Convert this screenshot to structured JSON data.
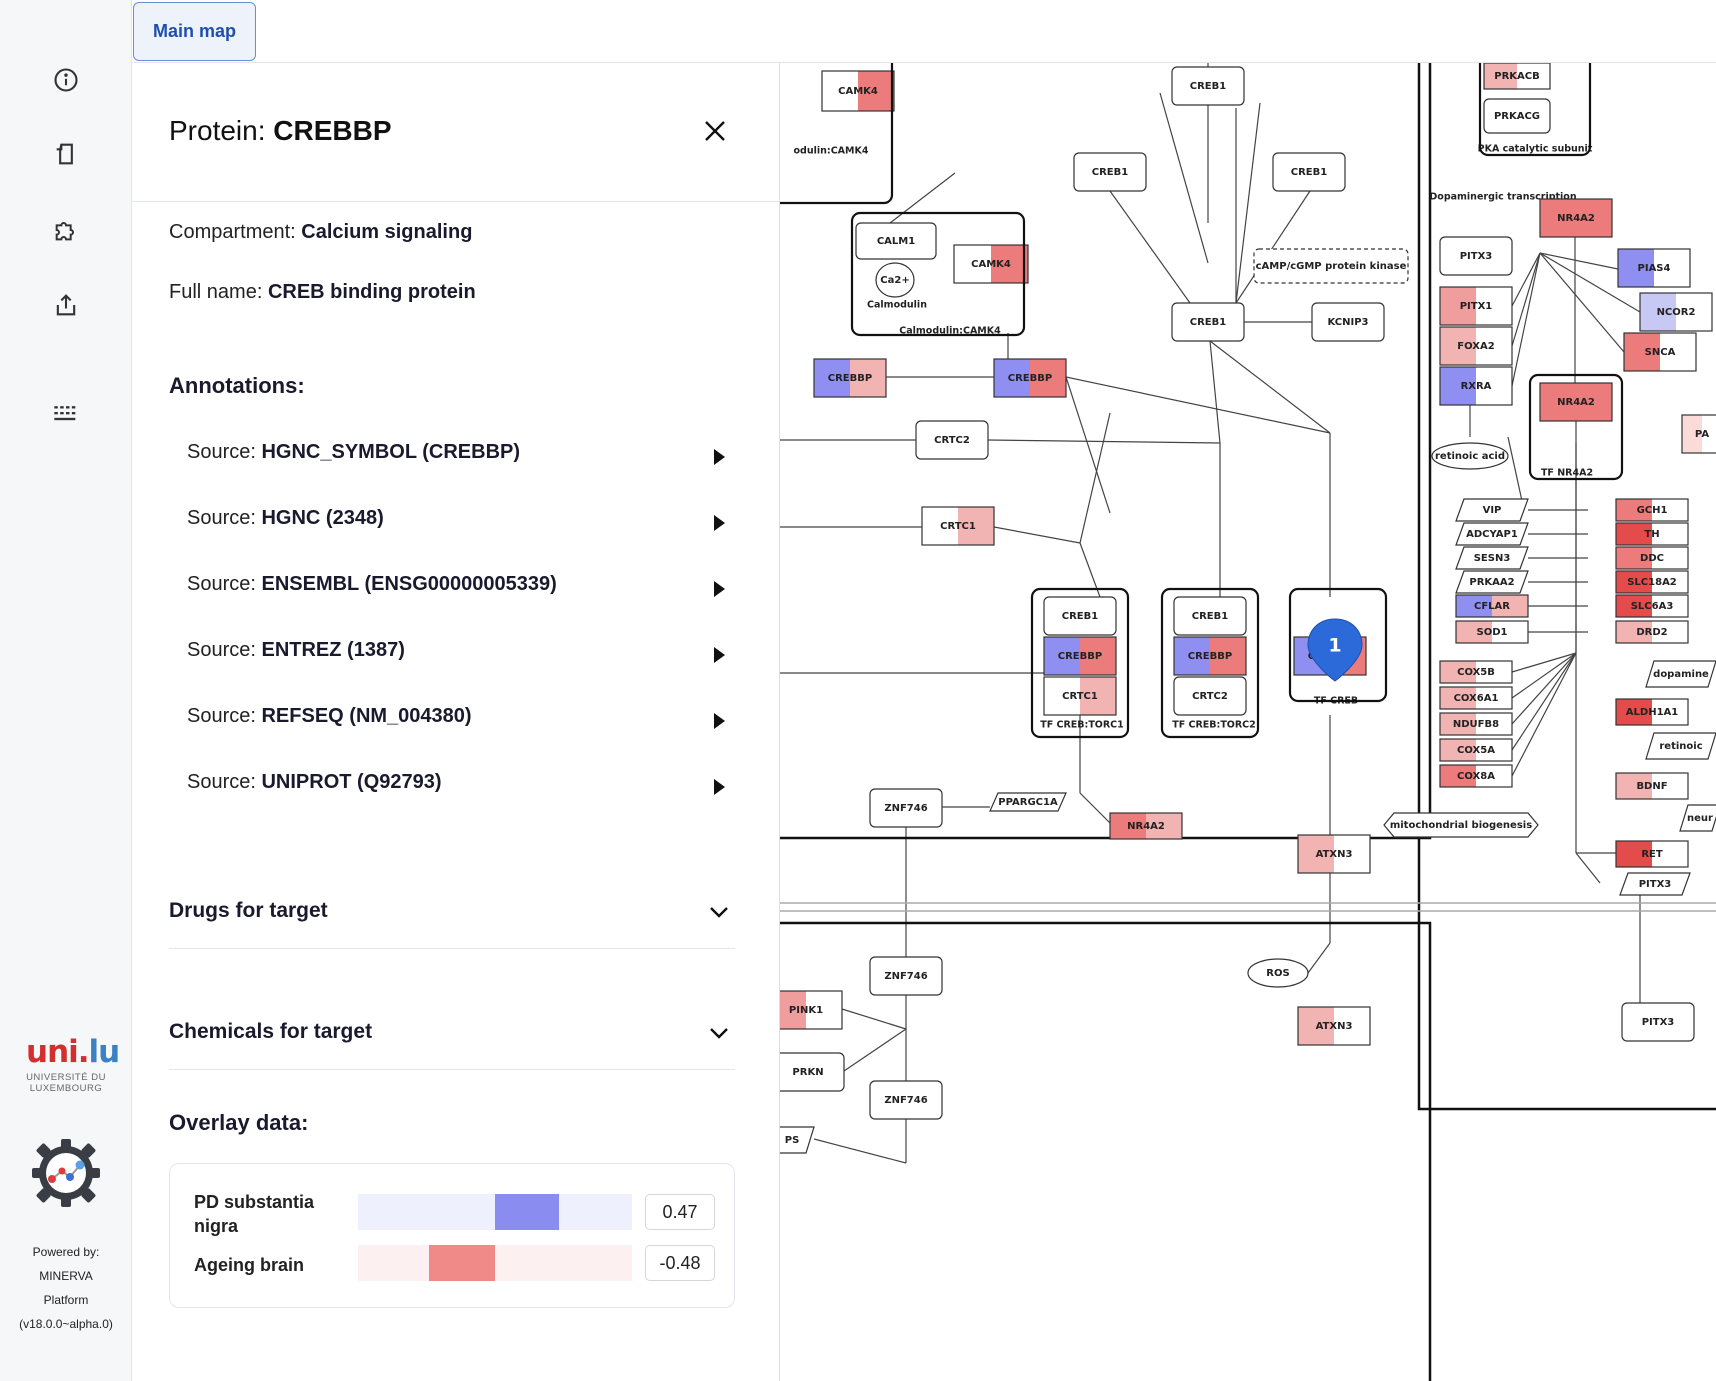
{
  "tabs": {
    "main_map": "Main map"
  },
  "drawer": {
    "title_prefix": "Protein: ",
    "title_name": "CREBBP",
    "compartment_label": "Compartment: ",
    "compartment_value": "Calcium signaling",
    "fullname_label": "Full name: ",
    "fullname_value": "CREB binding protein",
    "annotations_title": "Annotations:",
    "sources": [
      {
        "label": "Source: ",
        "value": "HGNC_SYMBOL (CREBBP)"
      },
      {
        "label": "Source: ",
        "value": "HGNC (2348)"
      },
      {
        "label": "Source: ",
        "value": "ENSEMBL (ENSG00000005339)"
      },
      {
        "label": "Source: ",
        "value": "ENTREZ (1387)"
      },
      {
        "label": "Source: ",
        "value": "REFSEQ (NM_004380)"
      },
      {
        "label": "Source: ",
        "value": "UNIPROT (Q92793)"
      }
    ],
    "drugs_label": "Drugs for target",
    "chemicals_label": "Chemicals for target",
    "overlay_title": "Overlay data:",
    "overlays": [
      {
        "name_line1": "PD substantia",
        "name_line2": "nigra",
        "value": "0.47",
        "fraction": 0.47,
        "color": "#8a8cf0",
        "track": "#eef0fd"
      },
      {
        "name_line1": "Ageing brain",
        "name_line2": "",
        "value": "-0.48",
        "fraction": -0.48,
        "color": "#f08a88",
        "track": "#fdf0f0"
      }
    ]
  },
  "rail": {
    "uni_logo_top": "uni.lu",
    "uni_logo_line1": "UNIVERSITÉ DU",
    "uni_logo_line2": "LUXEMBOURG",
    "powered_line1": "Powered by:",
    "powered_line2": "MINERVA",
    "powered_line3": "Platform",
    "powered_line4": "(v18.0.0~alpha.0)"
  },
  "map": {
    "marker_number": "1",
    "nodes": [
      "CAMK4",
      "CREB1",
      "PRKACB",
      "PRKACG",
      "PKA catalytic subunit",
      "odulin:CAMK4",
      "CREB1",
      "CREB1",
      "CALM1",
      "Ca2+",
      "Calmodulin",
      "CAMK4",
      "Calmodulin:CAMK4",
      "cAMP/cGMP protein kinase",
      "Dopaminergic transcription",
      "NR4A2",
      "PITX3",
      "PIAS4",
      "NCOR2",
      "CREB1",
      "KCNIP3",
      "CREBBP",
      "CREBBP",
      "PITX1",
      "FOXA2",
      "SNCA",
      "RXRA",
      "NR4A2",
      "retinoic acid",
      "TF NR4A2",
      "CRTC2",
      "CRTC1",
      "VIP",
      "ADCYAP1",
      "SESN3",
      "PRKAA2",
      "CFLAR",
      "SOD1",
      "GCH1",
      "TH",
      "DDC",
      "SLC18A2",
      "SLC6A3",
      "DRD2",
      "CREB1",
      "CREBBP",
      "CRTC1",
      "TF CREB:TORC1",
      "CREB1",
      "CREBBP",
      "CRTC2",
      "TF CREB:TORC2",
      "CREBBP",
      "TF CREB",
      "COX5B",
      "COX6A1",
      "NDUFB8",
      "COX5A",
      "COX8A",
      "dopamine",
      "ALDH1A1",
      "retinoic",
      "BDNF",
      "neur",
      "RET",
      "PITX3",
      "mitochondrial biogenesis",
      "ZNF746",
      "PPARGC1A",
      "NR4A2",
      "ATXN3",
      "ZNF746",
      "ROS",
      "ATXN3",
      "PINK1",
      "PRKN",
      "ZNF746",
      "PS",
      "PITX3",
      "PA"
    ]
  }
}
